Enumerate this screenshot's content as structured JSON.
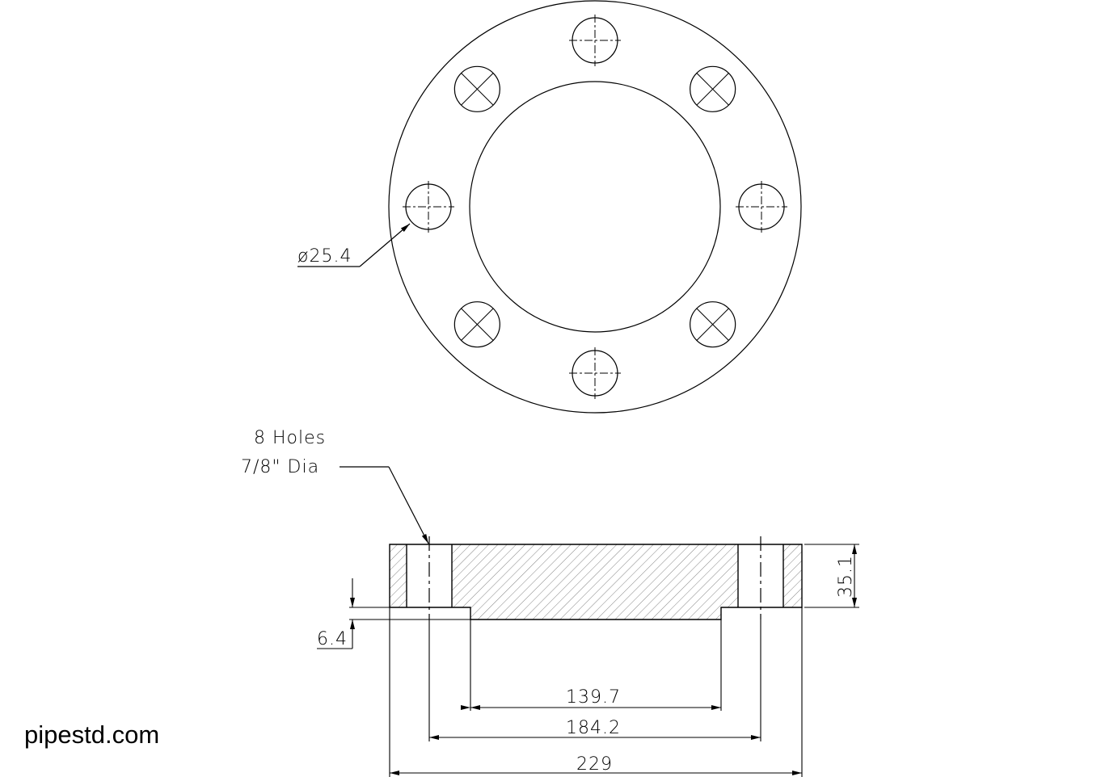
{
  "drawing": {
    "hole_diameter_label": "ø25.4",
    "holes_note_line1": "8 Holes",
    "holes_note_line2": "7/8\" Dia",
    "thickness_label": "35.1",
    "raised_face_height_label": "6.4",
    "raised_face_diameter_label": "139.7",
    "bolt_circle_label": "184.2",
    "outer_diameter_label": "229",
    "bolt_hole_count": 8
  },
  "watermark": "pipestd.com",
  "colors": {
    "line": "#000000",
    "hatch": "#555555",
    "background": "#ffffff"
  }
}
